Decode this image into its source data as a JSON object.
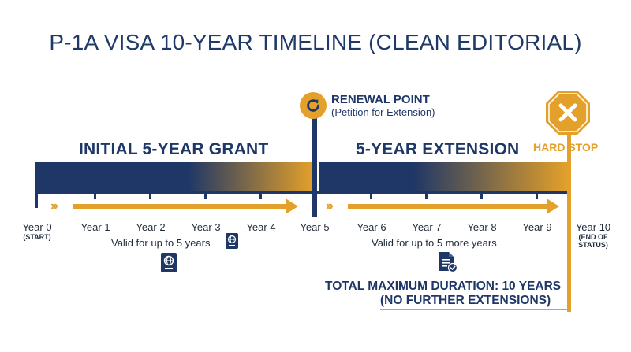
{
  "title": "P-1A VISA 10-YEAR TIMELINE (CLEAN EDITORIAL)",
  "segments": [
    {
      "label": "INITIAL 5-YEAR GRANT",
      "note": "Valid for up to 5 years"
    },
    {
      "label": "5-YEAR EXTENSION",
      "note": "Valid for up to 5 more years"
    }
  ],
  "renewal": {
    "title": "RENEWAL POINT",
    "subtitle": "(Petition for Extension)"
  },
  "hard_stop": {
    "label": "HARD STOP"
  },
  "years": [
    {
      "label": "Year 0",
      "sub": "(START)"
    },
    {
      "label": "Year 1",
      "sub": ""
    },
    {
      "label": "Year 2",
      "sub": ""
    },
    {
      "label": "Year 3",
      "sub": ""
    },
    {
      "label": "Year 4",
      "sub": ""
    },
    {
      "label": "Year 5",
      "sub": ""
    },
    {
      "label": "Year 6",
      "sub": ""
    },
    {
      "label": "Year 7",
      "sub": ""
    },
    {
      "label": "Year 8",
      "sub": ""
    },
    {
      "label": "Year 9",
      "sub": ""
    },
    {
      "label": "Year 10",
      "sub": "(END OF STATUS)"
    }
  ],
  "total": {
    "line1": "TOTAL MAXIMUM DURATION: 10 YEARS",
    "line2": "(NO FURTHER EXTENSIONS)"
  },
  "colors": {
    "navy": "#1f3766",
    "gold": "#e3a02a"
  },
  "icons": [
    "refresh-icon",
    "stop-x-icon",
    "passport-icon",
    "document-check-icon",
    "chevron-arrow-icon"
  ]
}
